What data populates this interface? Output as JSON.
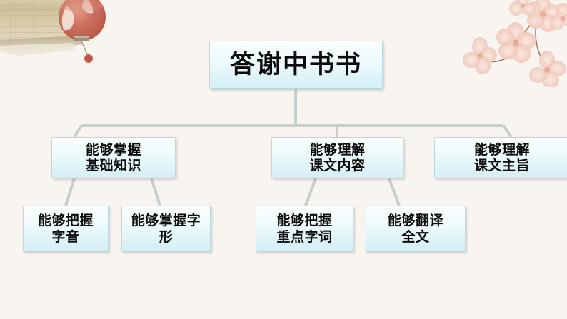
{
  "slide": {
    "background_color": "#f8f4f0",
    "node_fill_top": "#fbfefe",
    "node_fill_bottom": "#d3eff5",
    "node_border_color": "#b9d9df",
    "connector_color": "#c9cdcb",
    "text_color": "#0b0b0b"
  },
  "decorations": [
    {
      "name": "bamboo-blind-art",
      "description": "bamboo scroll blind"
    },
    {
      "name": "lantern-art",
      "description": "red chinese lantern"
    },
    {
      "name": "blossom-art",
      "description": "pink peach blossom branch"
    }
  ],
  "diagram": {
    "type": "tree",
    "root": {
      "id": "root",
      "label": "答谢中书书"
    },
    "level2": [
      {
        "id": "basic",
        "label": "能够掌握\n基础知识"
      },
      {
        "id": "content",
        "label": "能够理解\n课文内容"
      },
      {
        "id": "theme",
        "label": "能够理解\n课文主旨"
      }
    ],
    "level3": [
      {
        "id": "pronunciation",
        "parent": "basic",
        "label": "能够把握\n字音"
      },
      {
        "id": "glyph",
        "parent": "basic",
        "label": "能够掌握字\n形"
      },
      {
        "id": "keywords",
        "parent": "content",
        "label": "能够把握\n重点字词"
      },
      {
        "id": "translate",
        "parent": "content",
        "label": "能够翻译\n全文"
      }
    ]
  }
}
